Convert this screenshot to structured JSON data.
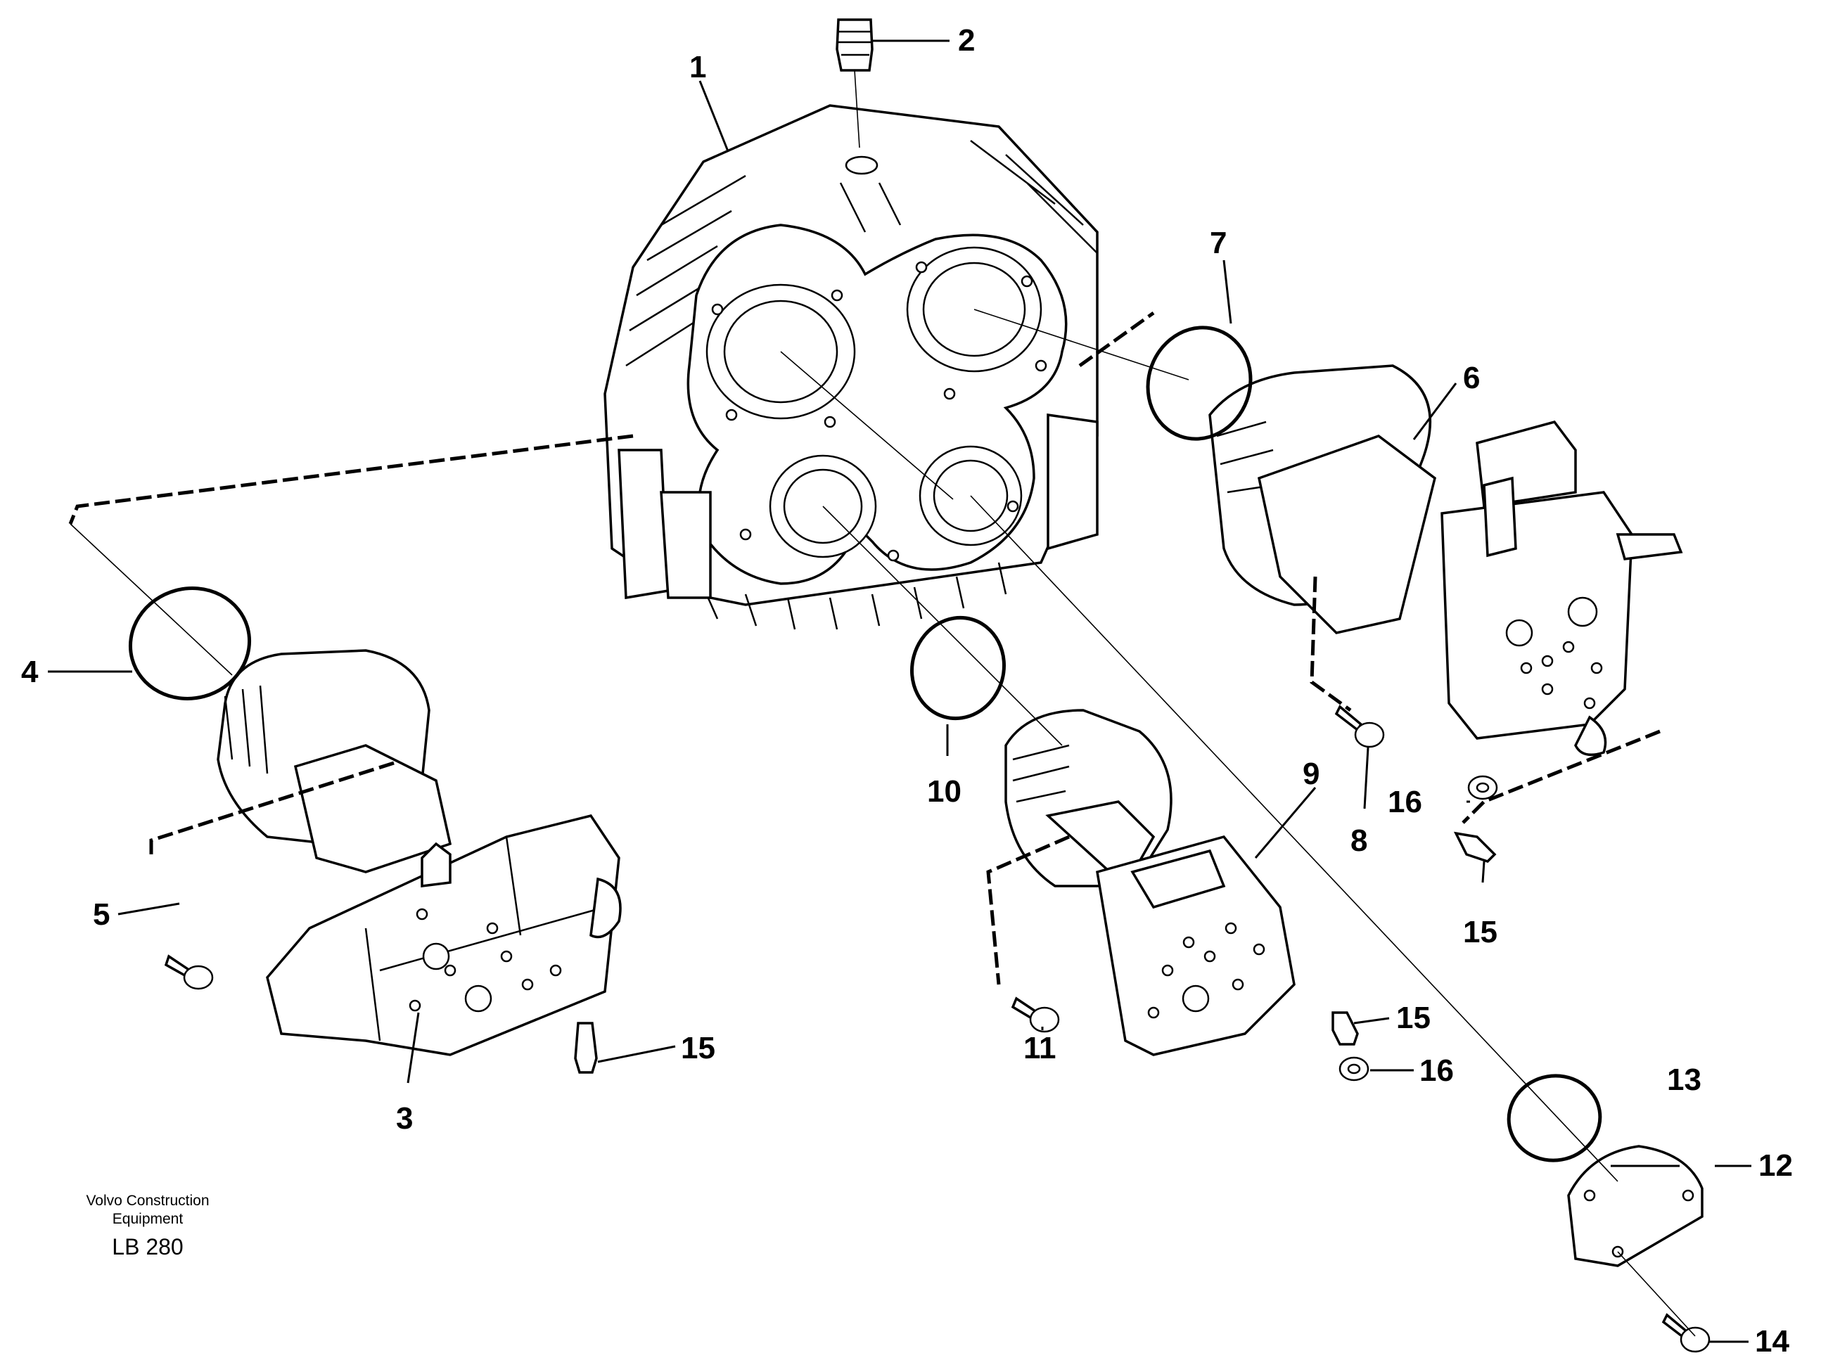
{
  "diagram": {
    "callouts": [
      {
        "id": "1",
        "text": "1"
      },
      {
        "id": "2",
        "text": "2"
      },
      {
        "id": "3",
        "text": "3"
      },
      {
        "id": "4",
        "text": "4"
      },
      {
        "id": "5",
        "text": "5"
      },
      {
        "id": "6",
        "text": "6"
      },
      {
        "id": "7",
        "text": "7"
      },
      {
        "id": "8",
        "text": "8"
      },
      {
        "id": "9",
        "text": "9"
      },
      {
        "id": "10",
        "text": "10"
      },
      {
        "id": "11",
        "text": "11"
      },
      {
        "id": "12",
        "text": "12"
      },
      {
        "id": "13",
        "text": "13"
      },
      {
        "id": "14",
        "text": "14"
      },
      {
        "id": "15a",
        "text": "15"
      },
      {
        "id": "15b",
        "text": "15"
      },
      {
        "id": "15c",
        "text": "15"
      },
      {
        "id": "16a",
        "text": "16"
      },
      {
        "id": "16b",
        "text": "16"
      }
    ]
  },
  "footer": {
    "brand_line1": "Volvo Construction",
    "brand_line2": "Equipment",
    "code": "LB 280"
  }
}
